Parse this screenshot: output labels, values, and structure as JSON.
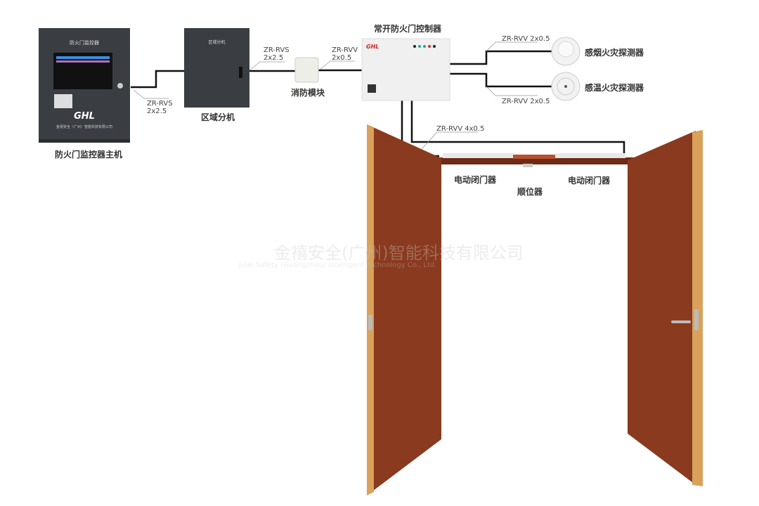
{
  "devices": {
    "main_host": {
      "label": "防火门监控器主机",
      "panel_title": "防火门监控器",
      "brand": "GHL",
      "company": "金禧安全（广州）智能科技有限公司"
    },
    "zone_unit": {
      "label": "区域分机",
      "panel_title": "区域分机"
    },
    "fire_module": {
      "label": "消防模块"
    },
    "controller": {
      "label": "常开防火门控制器",
      "brand": "GHL"
    },
    "smoke_detector": {
      "label": "感烟火灾探测器"
    },
    "heat_detector": {
      "label": "感温火灾探测器"
    },
    "door_closer_left": {
      "label": "电动闭门器"
    },
    "door_closer_right": {
      "label": "电动闭门器"
    },
    "sequencer": {
      "label": "顺位器"
    }
  },
  "cables": {
    "host_to_zone": "ZR-RVS\n2x2.5",
    "zone_to_module": "ZR-RVS\n2x2.5",
    "module_to_controller": "ZR-RVV\n2x0.5",
    "controller_to_smoke": "ZR-RVV 2x0.5",
    "controller_to_heat": "ZR-RVV 2x0.5",
    "controller_to_door": "ZR-RVV 4x0.5"
  },
  "watermark": {
    "cn": "金禧安全(广州)智能科技有限公司",
    "en": "Jinxi Safety (Guangzhou) Intelligent Technology Co., Ltd."
  },
  "colors": {
    "cabinet": "#3a3d42",
    "door": "#8a3a1e",
    "door_edge": "#d9a15a",
    "wire": "#111111"
  }
}
